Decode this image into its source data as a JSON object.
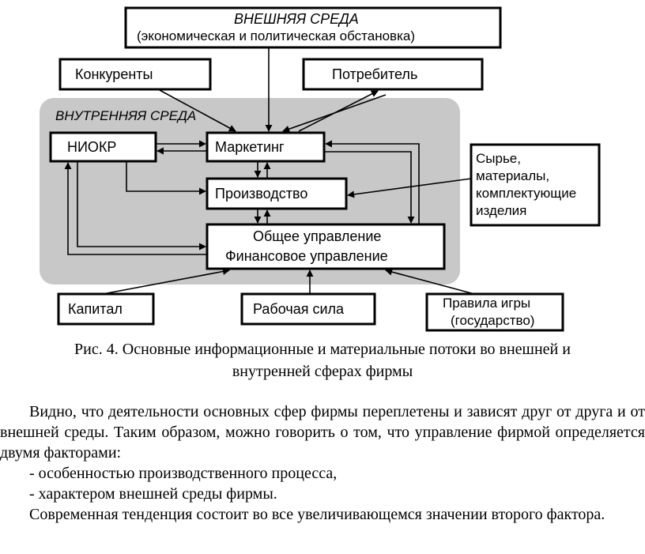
{
  "diagram": {
    "external_env": {
      "title": "ВНЕШНЯЯ  СРЕДА",
      "subtitle": "(экономическая и политическая обстановка)"
    },
    "internal_env_label": "ВНУТРЕННЯЯ   СРЕДА",
    "competitors": "Конкуренты",
    "consumer": "Потребитель",
    "rnd": "НИОКР",
    "marketing": "Маркетинг",
    "production": "Производство",
    "management": {
      "line1": "Общее управление",
      "line2": "Финансовое  управление"
    },
    "materials": {
      "line1": "Сырье,",
      "line2": "материалы,",
      "line3": "комплектующие",
      "line4": "изделия"
    },
    "capital": "Капитал",
    "labor": "Рабочая  сила",
    "rules": {
      "line1": "Правила  игры",
      "line2": "(государство)"
    },
    "colors": {
      "internal_env_fill": "#c8c8c8",
      "box_fill": "#ffffff",
      "stroke": "#000000"
    }
  },
  "caption": {
    "line1": "Рис. 4. Основные информационные и материальные потоки во внешней и",
    "line2": "внутренней сферах фирмы"
  },
  "text": {
    "para1": "Видно, что деятельности основных сфер фирмы переплетены и зависят друг от друга и от внешней среды. Таким образом, можно говорить о том, что управление фирмой определяется двумя факторами:",
    "item1": "- особенностью производственного процесса,",
    "item2": "- характером внешней среды фирмы.",
    "para2": "Современная тенденция состоит во все увеличивающемся значении второго фактора."
  }
}
